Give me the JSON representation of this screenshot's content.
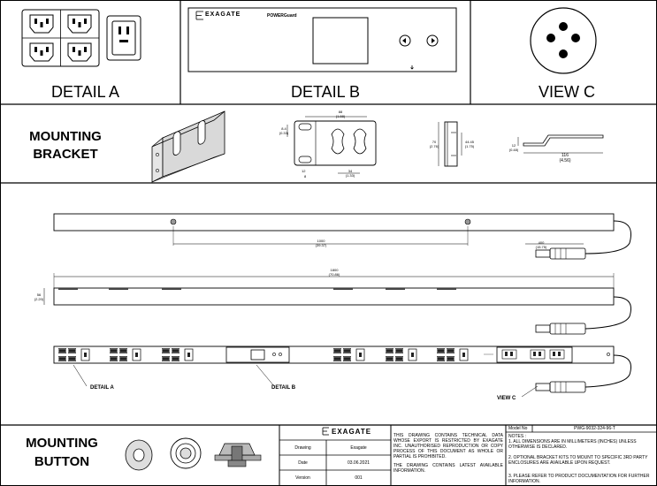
{
  "details": {
    "a": "DETAIL A",
    "b": "DETAIL B",
    "c": "VIEW C"
  },
  "panel": {
    "brand": "EXAGATE",
    "product": "POWERGuard"
  },
  "mounting_bracket": {
    "title_line1": "MOUNTING",
    "title_line2": "BRACKET",
    "dims": {
      "width_top": "88",
      "width_top_in": "(1.88)",
      "left_small": "8.4",
      "left_small_in": "(0.33)",
      "hole_pitch": "34",
      "hole_pitch_in": "(1.33)",
      "small_b": "12",
      "small_c": "8",
      "height": "70",
      "height_in": "(2.76)",
      "height2": "44.45",
      "height2_in": "(1.75)",
      "side_small": "12",
      "side_small_in": "(0.48)",
      "length": "116",
      "length_in": "(4.56)"
    }
  },
  "pdu": {
    "top_dim": "1000",
    "top_dim_in": "(39.37)",
    "cord_dim": "400",
    "cord_dim_in": "(15.75)",
    "length": "1800",
    "length_in": "(70.86)",
    "side_dim": "56",
    "side_dim_in": "(2.20)",
    "callout_a": "DETAIL A",
    "callout_b": "DETAIL B",
    "callout_c": "VIEW C"
  },
  "mounting_button": {
    "title_line1": "MOUNTING",
    "title_line2": "BUTTON"
  },
  "title_block": {
    "brand": "EXAGATE",
    "drawing_label": "Drawing",
    "drawing_value": "Exagate",
    "date_label": "Date",
    "date_value": "03.06.2021",
    "version_label": "Version",
    "version_value": "001",
    "disclaimer_1": "THIS DRAWING CONTAINS TECHNICAL DATA WHOSE EXPORT IS RESTRICTED BY EXAGATE INC. UNAUTHORISED REPRODUCTION OR COPY PROCESS OF THIS DOCUMENT AS WHOLE OR PARTIAL IS PROHIBITED.",
    "disclaimer_2": "THE DRAWING CONTAINS LATEST AVAILABLE INFORMATION.",
    "model_label": "Model No",
    "model_value": "PWG-9032-324-96-T",
    "notes_label": "NOTES :",
    "note_1": "1. ALL DIMENSIONS ARE IN MILLIMETERS (INCHES) UNLESS OTHERWISE IS DECLARED.",
    "note_2": "2. OPTIONAL BRACKET KITS TO MOUNT TO SPECIFIC 3RD PARTY ENCLOSURES ARE AVAILABLE UPON REQUEST.",
    "note_3": "3. PLEASE REFER TO PRODUCT DOCUMENTATION FOR FURTHER INFORMATION."
  },
  "colors": {
    "line": "#000000",
    "gray": "#555555"
  }
}
